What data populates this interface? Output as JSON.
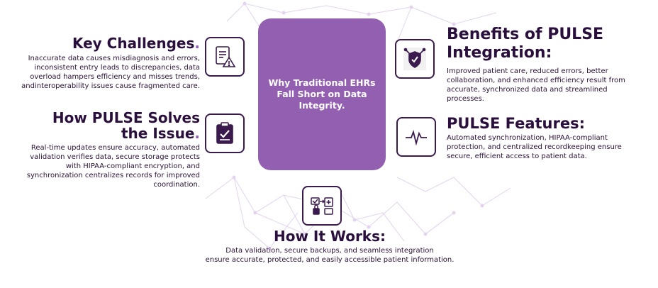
{
  "center": {
    "text": "Why Traditional EHRs Fall Short on Data Integrity."
  },
  "key_challenges": {
    "title": "Key Challenges",
    "punct": ".",
    "desc": "Inaccurate data causes misdiagnosis and errors, inconsistent entry leads to discrepancies, data overload hampers efficiency and misses trends, andinteroperability issues cause fragmented care."
  },
  "solves": {
    "title_line1": "How PULSE Solves",
    "title_line2": "the Issue",
    "punct": ".",
    "desc": "Real-time updates ensure accuracy, automated validation verifies data, secure storage protects with HIPAA-compliant encryption, and synchronization centralizes records for improved coordination."
  },
  "benefits": {
    "title_line1": "Benefits of PULSE",
    "title_line2": "Integration:",
    "desc": "Improved patient care, reduced errors, better collaboration, and enhanced efficiency result from accurate, synchronized data and streamlined processes."
  },
  "features": {
    "title": "PULSE Features:",
    "desc": "Automated synchronization, HIPAA-compliant protection, and centralized recordkeeping ensure secure, efficient access to patient data."
  },
  "how_it_works": {
    "title": "How It Works:",
    "desc_line1": "Data validation, secure backups, and seamless integration",
    "desc_line2": "ensure accurate, protected, and easily accessible patient information."
  },
  "icons": {
    "challenges": "document-warning-icon",
    "solves": "clipboard-check-icon",
    "benefits": "integration-shield-icon",
    "features": "heartbeat-icon",
    "works": "data-transfer-icon"
  },
  "colors": {
    "accent": "#9360b1",
    "dark": "#2a0f3c",
    "icon_stroke": "#3b1a4d"
  }
}
